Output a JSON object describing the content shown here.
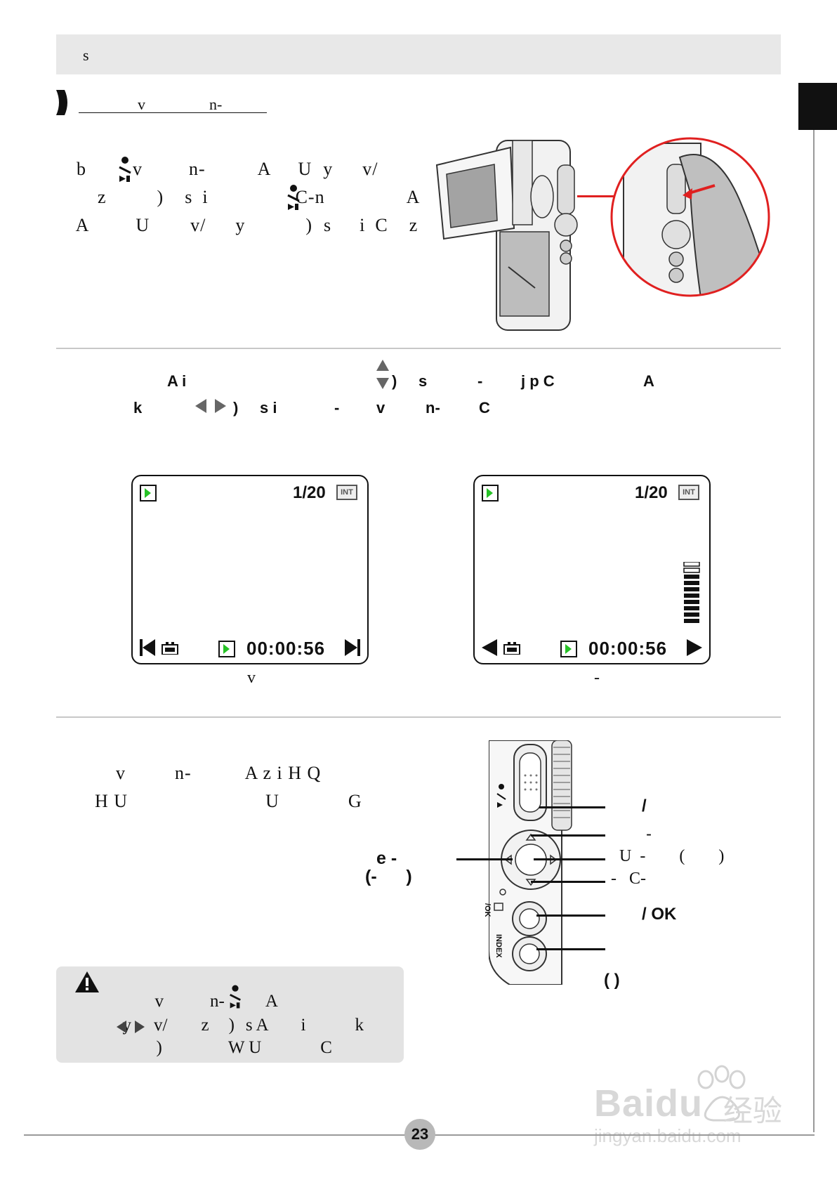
{
  "header": {
    "text": "s"
  },
  "section": {
    "title_words": [
      "v",
      "n-"
    ]
  },
  "intro": {
    "lines": [
      [
        "b",
        "v",
        "n-",
        "A",
        "U",
        "y",
        "v/"
      ],
      [
        "z",
        ")",
        "s",
        "i",
        "C-n",
        "A"
      ],
      [
        "A",
        "U",
        "v/",
        "y",
        ")",
        "s",
        "i",
        "C",
        "z"
      ]
    ]
  },
  "step2": {
    "line1": [
      "A i",
      ")",
      "s",
      "-",
      "j p C",
      "A"
    ],
    "line2": [
      "k",
      ")",
      "s i",
      "-",
      "v",
      "n-",
      "C"
    ]
  },
  "screens": [
    {
      "counter": "1/20",
      "badge": "INT",
      "time": "00:00:56",
      "caption": "v"
    },
    {
      "counter": "1/20",
      "badge": "INT",
      "time": "00:00:56",
      "caption": "-"
    }
  ],
  "step3": {
    "lines": [
      [
        "v",
        "n-",
        "A z i H Q"
      ],
      [
        "H U",
        "U",
        "G"
      ]
    ]
  },
  "controls": {
    "left_label_top": "e  -",
    "left_label_bottom": "(-      )",
    "right_labels": [
      "/",
      "-",
      "U  -        (        )",
      "-   C-",
      "/ OK",
      "( )"
    ],
    "side_text": [
      "INDEX",
      "/OK"
    ]
  },
  "note": {
    "lines": [
      [
        "v",
        "n-",
        "A"
      ],
      [
        "y",
        "v/",
        "z",
        ")",
        "s A",
        "i",
        "k"
      ],
      [
        ")",
        "W U",
        "C"
      ]
    ]
  },
  "page_number": "23",
  "watermark": {
    "text1": "Baidu",
    "text2": "经验",
    "url": "jingyan.baidu.com"
  }
}
